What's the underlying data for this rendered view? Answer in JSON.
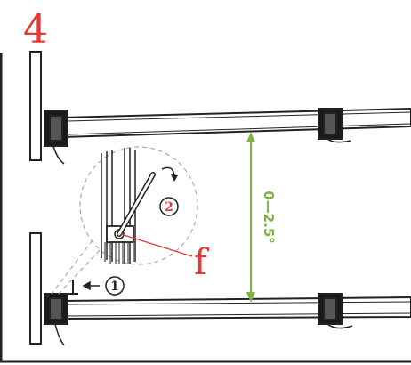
{
  "step_number": "4",
  "callout_1": "1",
  "callout_2": "2",
  "part_label": "f",
  "angle_range": "0—2.5°",
  "colors": {
    "label_red": "#e53935",
    "angle_green": "#7cb342",
    "line": "#222222"
  }
}
